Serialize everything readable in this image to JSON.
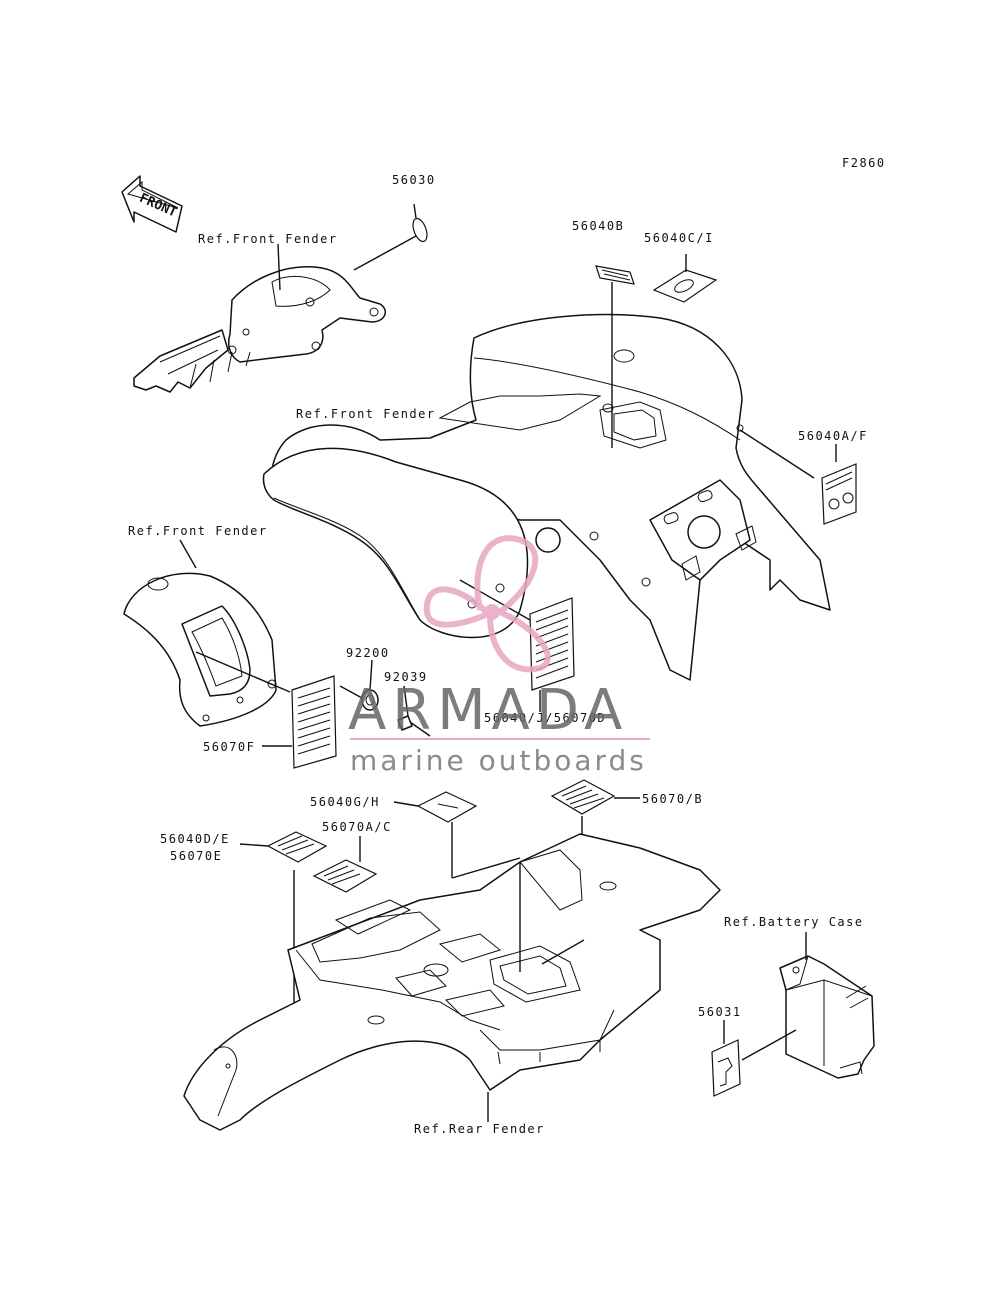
{
  "figure_code": "F2860",
  "direction_label": "FRONT",
  "labels": {
    "p56030": "56030",
    "p56040B": "56040B",
    "p56040CI": "56040C/I",
    "p56040AF": "56040A/F",
    "p92200": "92200",
    "p92039": "92039",
    "p56040J": "56040/J/56070D",
    "p56070F": "56070F",
    "p56040GH": "56040G/H",
    "p56070B": "56070/B",
    "p56040DE": "56040D/E",
    "p56070E": "56070E",
    "p56070AC": "56070A/C",
    "p56031": "56031"
  },
  "refs": {
    "front_fender_1": "Ref.Front Fender",
    "front_fender_2": "Ref.Front Fender",
    "front_fender_3": "Ref.Front Fender",
    "battery_case": "Ref.Battery Case",
    "rear_fender": "Ref.Rear Fender"
  },
  "watermark": {
    "name": "ARMADA",
    "tagline": "marine outboards",
    "colors": {
      "logo": "#e8a6c2",
      "text": "#666666"
    }
  }
}
